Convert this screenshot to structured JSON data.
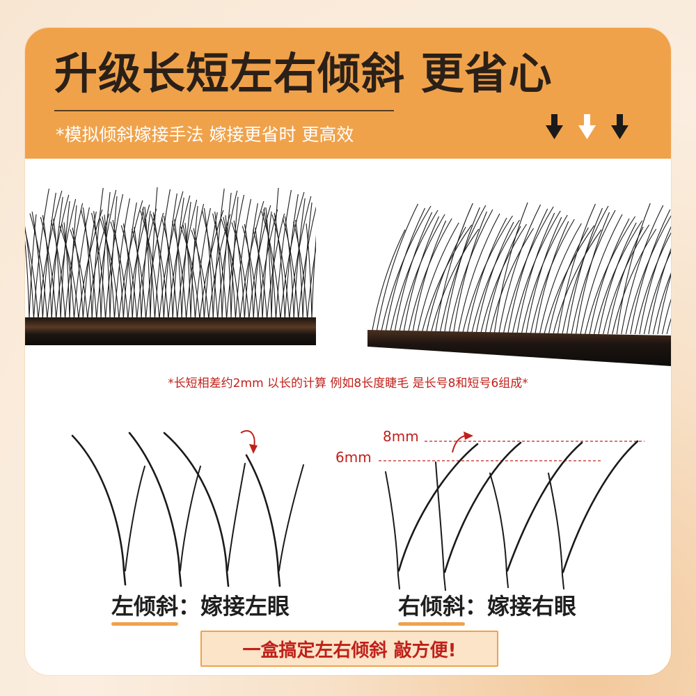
{
  "header": {
    "title": "升级长短左右倾斜 更省心",
    "subtitle": "*模拟倾斜嫁接手法 嫁接更省时 更高效"
  },
  "icons": {
    "arrows": [
      "arrow-down-icon",
      "arrow-down-icon",
      "arrow-down-icon"
    ]
  },
  "colors": {
    "accent": "#f0a24a",
    "note_red": "#c0201a",
    "banner_fill": "#fbe4c8"
  },
  "note": "*长短相差约2mm 以长的计算 例如8长度睫毛 是长号8和短号6组成*",
  "diagram": {
    "long_label": "8mm",
    "short_label": "6mm"
  },
  "captions": {
    "left": {
      "highlight": "左倾斜",
      "rest": "：嫁接左眼"
    },
    "right": {
      "highlight": "右倾斜",
      "rest": "：嫁接右眼"
    }
  },
  "banner": "一盒搞定左右倾斜 敲方便!"
}
